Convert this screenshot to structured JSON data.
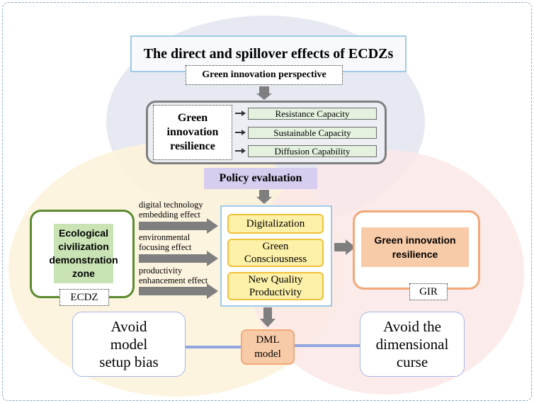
{
  "title": "The direct and spillover effects of ECDZs",
  "perspective": "Green innovation perspective",
  "gir_block": {
    "label_lines": [
      "Green",
      "innovation",
      "resilience"
    ],
    "items": [
      "Resistance Capacity",
      "Sustainable Capacity",
      "Diffusion Capability"
    ]
  },
  "policy_evaluation": "Policy evaluation",
  "ecdz_box": {
    "label_lines": [
      "Ecological",
      "civilization",
      "demonstration",
      "zone"
    ],
    "tag": "ECDZ"
  },
  "effects": [
    {
      "lines": [
        "digital technology",
        "embedding effect"
      ]
    },
    {
      "lines": [
        "environmental",
        "focusing effect"
      ]
    },
    {
      "lines": [
        "productivity",
        "enhancement effect"
      ]
    }
  ],
  "mechanisms": [
    {
      "lines": [
        "Digitalization"
      ]
    },
    {
      "lines": [
        "Green",
        "Consciousness"
      ]
    },
    {
      "lines": [
        "New Quality",
        "Productivity"
      ]
    }
  ],
  "gir_box": {
    "label_lines": [
      "Green innovation",
      "resilience"
    ],
    "tag": "GIR"
  },
  "dml": {
    "lines": [
      "DML",
      "model"
    ]
  },
  "bias_box": {
    "lines": [
      "Avoid",
      "model",
      "setup bias"
    ]
  },
  "curse_box": {
    "lines": [
      "Avoid the",
      "dimensional",
      "curse"
    ]
  },
  "colors": {
    "top_ellipse": "#e6e9f1",
    "left_ellipse": "#fdf3dc",
    "right_ellipse": "#fbe7e7",
    "ecdz_border": "#5a8b2f",
    "ecdz_fill": "#c9e3b5",
    "mech_border": "#f2c13a",
    "mech_fill": "#fdf0a8",
    "center_border": "#9fcbe9",
    "gir_border": "#f2a877",
    "gir_fill": "#f8cba8",
    "policy_fill": "#d7cdef",
    "arrow_gray": "#7f7f7f",
    "blue_line": "#8fa6e0"
  }
}
